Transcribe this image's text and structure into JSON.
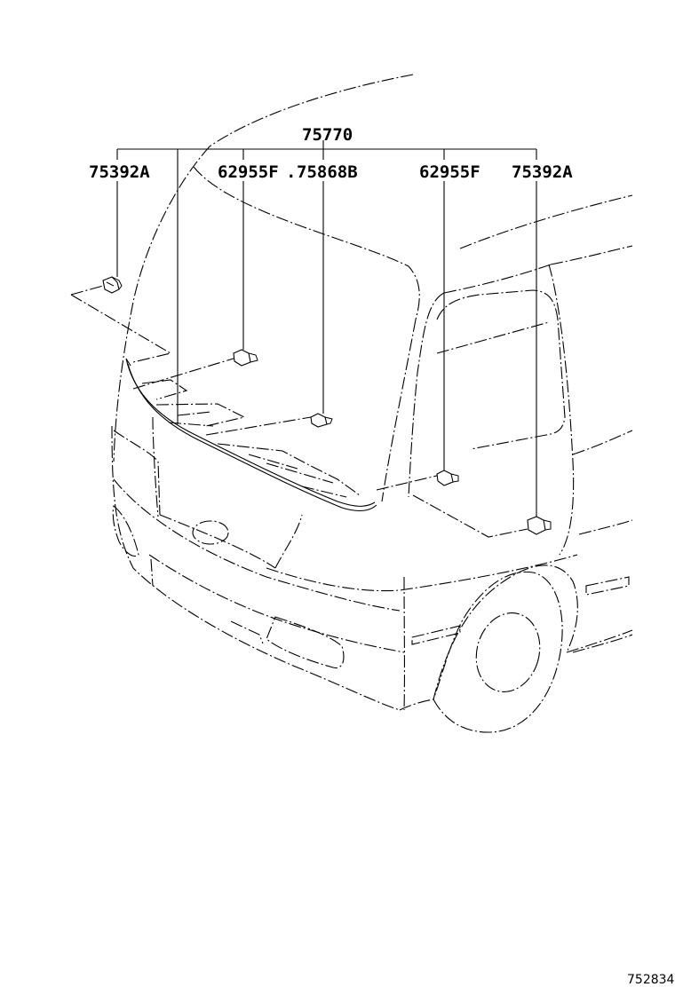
{
  "diagram": {
    "group_part_number": "75770",
    "callouts": [
      {
        "id": "clip-left-outer",
        "label": "75392A"
      },
      {
        "id": "clip-left-inner",
        "label": "62955F"
      },
      {
        "id": "clip-center",
        "label": "75868B"
      },
      {
        "id": "clip-right-inner",
        "label": "62955F"
      },
      {
        "id": "clip-right-outer",
        "label": "75392A"
      }
    ],
    "separator": ".",
    "figure_number": "752834"
  }
}
